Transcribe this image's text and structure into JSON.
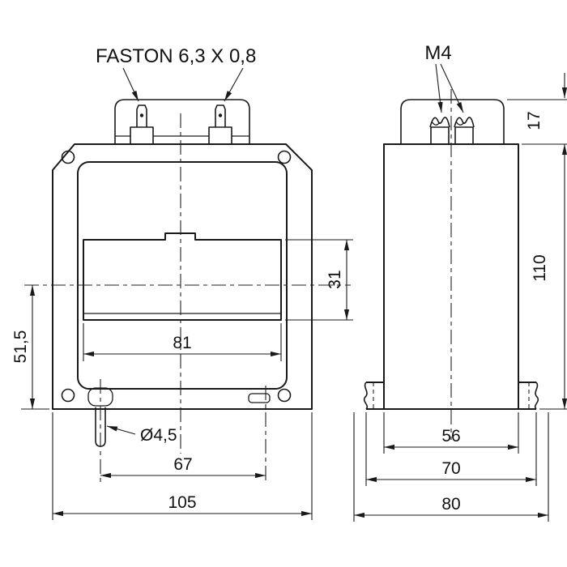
{
  "drawing": {
    "type": "technical-dimension-drawing",
    "line_color": "#1a1a1a",
    "background": "#ffffff",
    "labels": {
      "faston": "FASTON 6,3 X 0,8",
      "m4": "M4"
    },
    "front_view": {
      "window_width": "81",
      "window_height": "31",
      "center_to_bottom": "51,5",
      "pin_hole_diameter": "Ø4,5",
      "pin_pitch": "67",
      "overall_width": "105"
    },
    "side_view": {
      "terminal_cap_height": "17",
      "body_height": "110",
      "body_width": "56",
      "base_width": "70",
      "overall_width": "80"
    }
  }
}
